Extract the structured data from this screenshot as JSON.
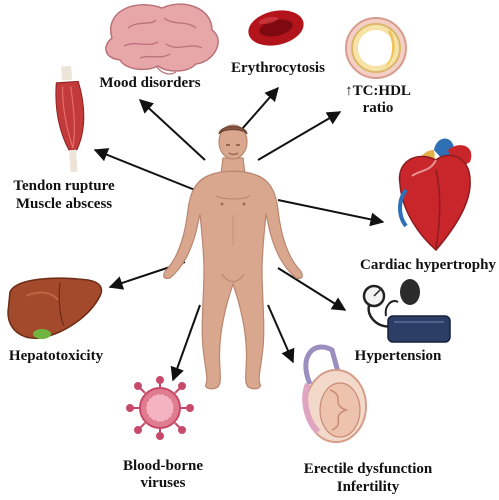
{
  "labels": {
    "brain": "Mood disorders",
    "rbc": "Erythrocytosis",
    "artery_l1": "↑TC:HDL",
    "artery_l2": "ratio",
    "muscle_l1": "Tendon rupture",
    "muscle_l2": "Muscle abscess",
    "heart": "Cardiac hypertrophy",
    "liver": "Hepatotoxicity",
    "bp": "Hypertension",
    "virus_l1": "Blood-borne",
    "virus_l2": "viruses",
    "testis_l1": "Erectile dysfunction",
    "testis_l2": "Infertility"
  },
  "icons": {
    "brain": "brain-icon",
    "rbc": "red-blood-cell-icon",
    "artery": "artery-cross-section-icon",
    "muscle": "muscle-icon",
    "heart": "heart-icon",
    "liver": "liver-icon",
    "bp": "blood-pressure-cuff-icon",
    "virus": "virus-icon",
    "testis": "testis-icon",
    "body": "human-body-icon"
  },
  "colors": {
    "skin": "#d9a68e",
    "brain": "#e7a6a8",
    "rbc": "#b3141c",
    "heart": "#c8262a",
    "liver": "#a34a2c",
    "virus": "#e07c90",
    "arrow": "#111111"
  }
}
